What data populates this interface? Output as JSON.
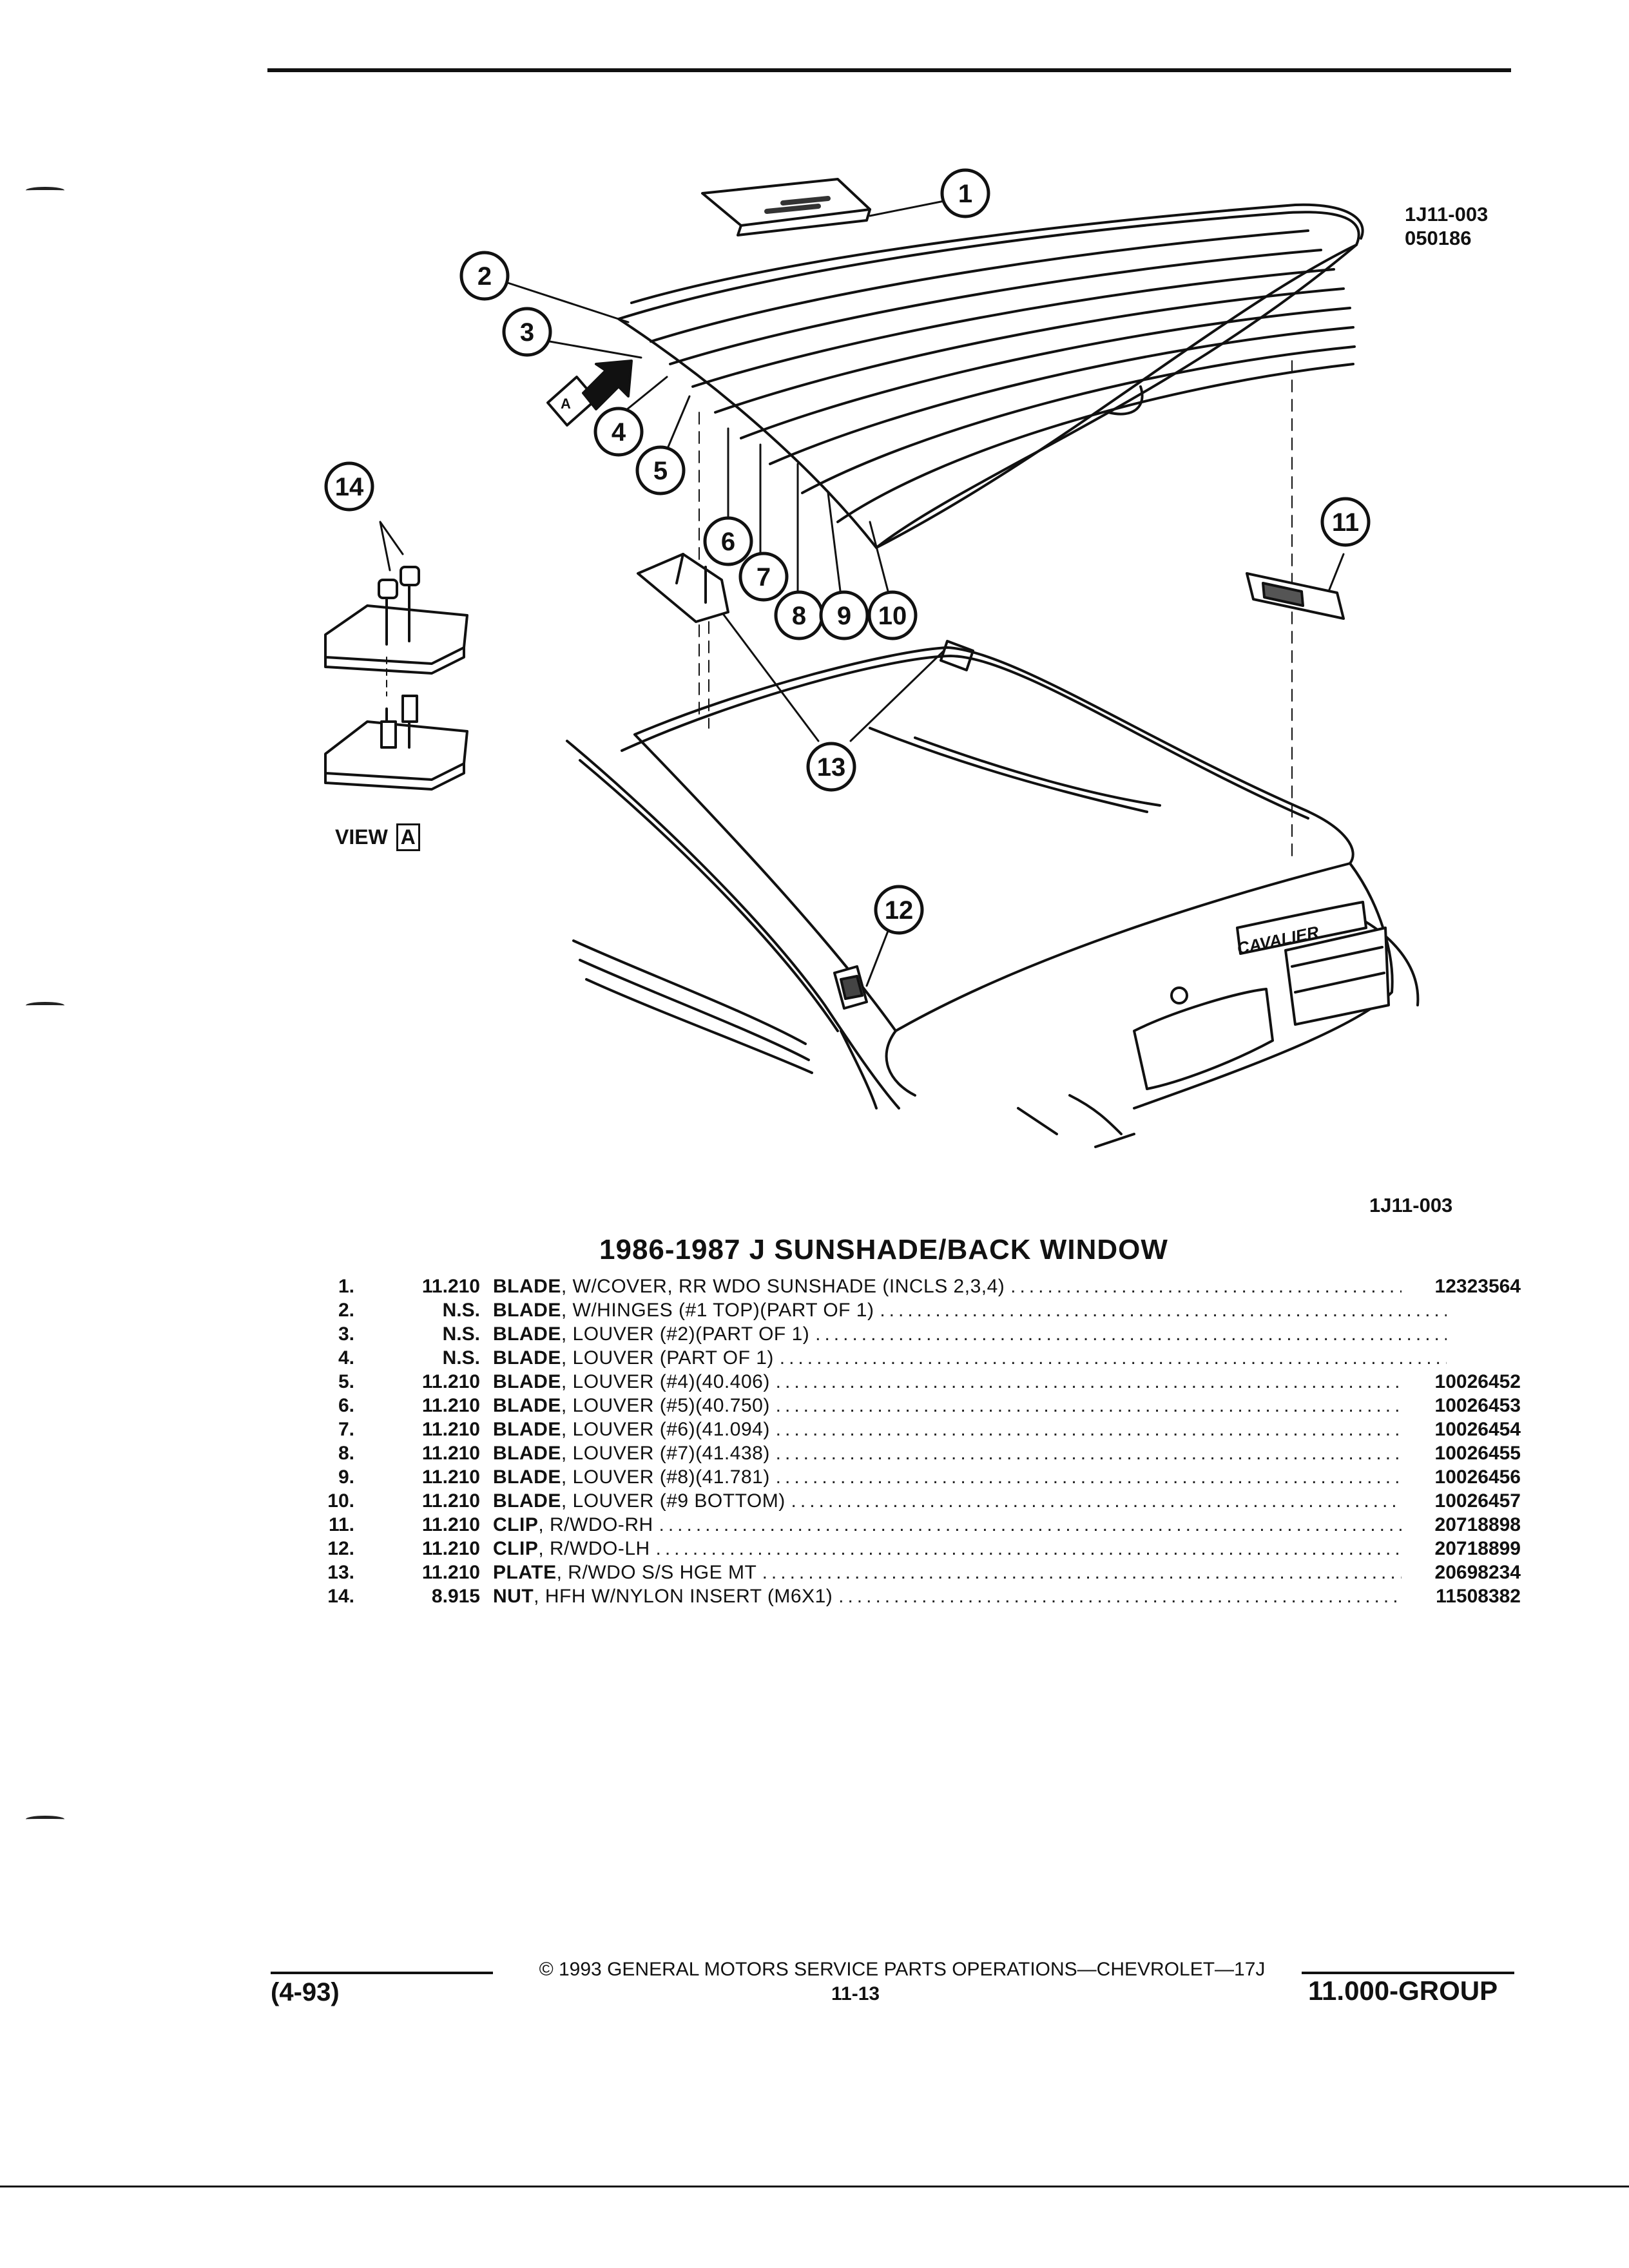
{
  "diagram": {
    "code_top": "1J11-003",
    "date_code": "050186",
    "code_bottom": "1J11-003",
    "view_label": "VIEW",
    "view_letter": "A",
    "arrow_letter": "A",
    "callouts": [
      "1",
      "2",
      "3",
      "4",
      "5",
      "6",
      "7",
      "8",
      "9",
      "10",
      "11",
      "12",
      "13",
      "14"
    ],
    "badge_text": "CAVALIER"
  },
  "section": {
    "title": "1986-1987 J SUNSHADE/BACK WINDOW"
  },
  "parts": [
    {
      "num": "1.",
      "group": "11.210",
      "noun": "BLADE",
      "desc": ", W/COVER, RR WDO SUNSHADE (INCLS 2,3,4)",
      "part": "12323564"
    },
    {
      "num": "2.",
      "group": "N.S.",
      "noun": "BLADE",
      "desc": ", W/HINGES (#1 TOP)(PART OF 1)",
      "part": ""
    },
    {
      "num": "3.",
      "group": "N.S.",
      "noun": "BLADE",
      "desc": ", LOUVER (#2)(PART OF 1)",
      "part": ""
    },
    {
      "num": "4.",
      "group": "N.S.",
      "noun": "BLADE",
      "desc": ", LOUVER (PART OF 1)",
      "part": ""
    },
    {
      "num": "5.",
      "group": "11.210",
      "noun": "BLADE",
      "desc": ", LOUVER (#4)(40.406)",
      "part": "10026452"
    },
    {
      "num": "6.",
      "group": "11.210",
      "noun": "BLADE",
      "desc": ", LOUVER (#5)(40.750)",
      "part": "10026453"
    },
    {
      "num": "7.",
      "group": "11.210",
      "noun": "BLADE",
      "desc": ", LOUVER (#6)(41.094)",
      "part": "10026454"
    },
    {
      "num": "8.",
      "group": "11.210",
      "noun": "BLADE",
      "desc": ", LOUVER (#7)(41.438)",
      "part": "10026455"
    },
    {
      "num": "9.",
      "group": "11.210",
      "noun": "BLADE",
      "desc": ", LOUVER (#8)(41.781)",
      "part": "10026456"
    },
    {
      "num": "10.",
      "group": "11.210",
      "noun": "BLADE",
      "desc": ", LOUVER (#9 BOTTOM)",
      "part": "10026457"
    },
    {
      "num": "11.",
      "group": "11.210",
      "noun": "CLIP",
      "desc": ", R/WDO-RH",
      "part": "20718898"
    },
    {
      "num": "12.",
      "group": "11.210",
      "noun": "CLIP",
      "desc": ", R/WDO-LH",
      "part": "20718899"
    },
    {
      "num": "13.",
      "group": "11.210",
      "noun": "PLATE",
      "desc": ", R/WDO S/S HGE MT",
      "part": "20698234"
    },
    {
      "num": "14.",
      "group": "8.915",
      "noun": "NUT",
      "desc": ", HFH W/NYLON INSERT (M6X1)",
      "part": "11508382"
    }
  ],
  "footer": {
    "copyright": "© 1993 GENERAL MOTORS SERVICE PARTS OPERATIONS—CHEVROLET—17J",
    "date": "(4-93)",
    "page": "11-13",
    "group": "11.000-GROUP"
  }
}
